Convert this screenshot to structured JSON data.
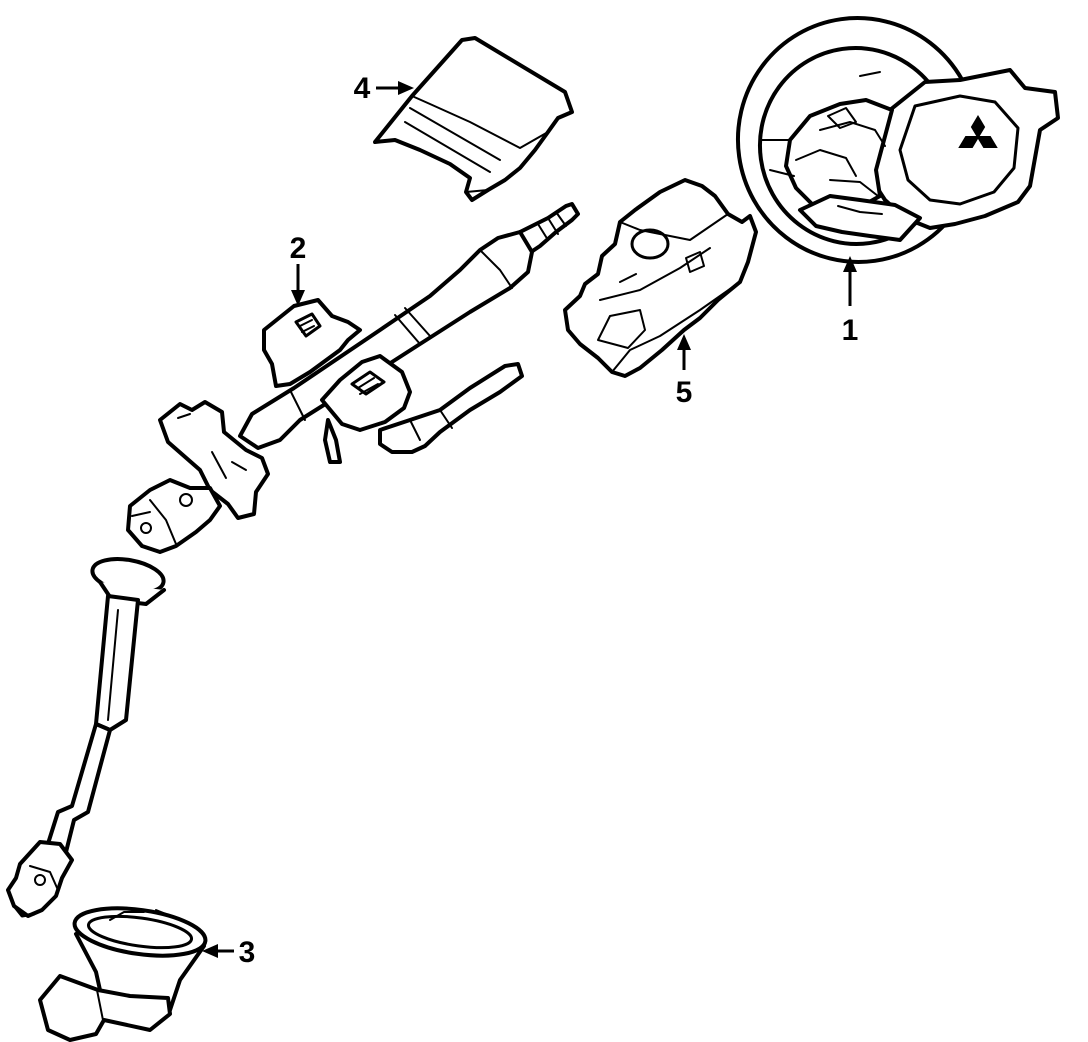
{
  "callouts": [
    {
      "id": "1",
      "label": "1",
      "part": "steering-wheel"
    },
    {
      "id": "2",
      "label": "2",
      "part": "column-switch-bracket"
    },
    {
      "id": "3",
      "label": "3",
      "part": "boot-seal"
    },
    {
      "id": "4",
      "label": "4",
      "part": "upper-column-cover"
    },
    {
      "id": "5",
      "label": "5",
      "part": "lower-column-cover"
    }
  ],
  "colors": {
    "ink": "#000000",
    "paper": "#ffffff"
  },
  "logo": {
    "name": "mitsubishi-three-diamond-logo"
  }
}
